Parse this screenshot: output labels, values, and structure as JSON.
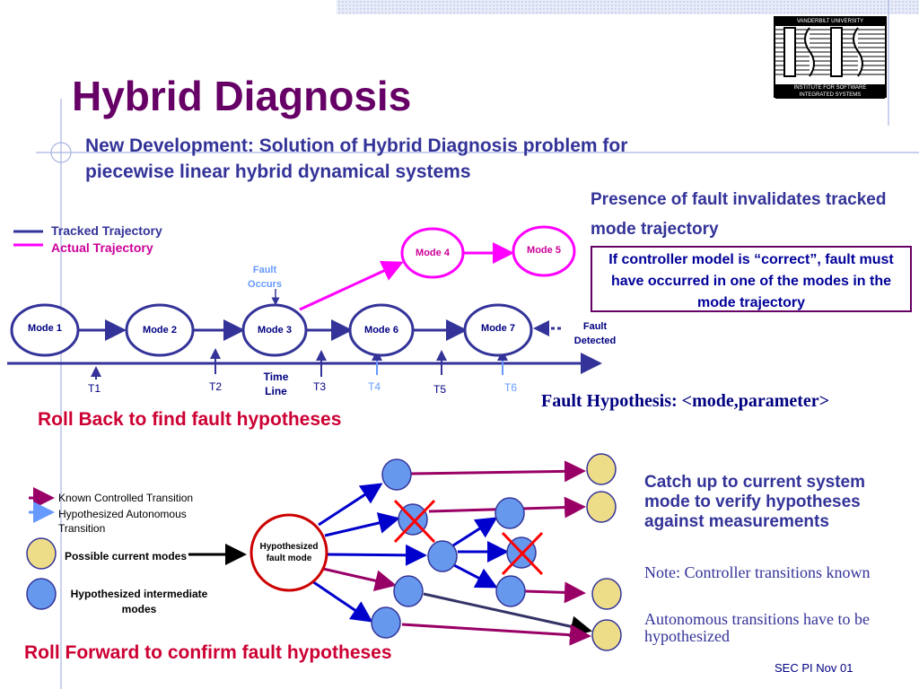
{
  "title": "Hybrid Diagnosis",
  "subtitle": "New Development: Solution of Hybrid Diagnosis problem for piecewise linear hybrid dynamical systems",
  "logo": {
    "top": "VANDERBILT UNIVERSITY",
    "bottom1": "INSTITUTE FOR SOFTWARE",
    "bottom2": "INTEGRATED SYSTEMS"
  },
  "presence": "Presence of fault invalidates tracked mode trajectory",
  "box_text": "If controller model is “correct”, fault must have occurred in one of the modes in the mode trajectory",
  "legend_top": {
    "tracked": "Tracked Trajectory",
    "actual": "Actual Trajectory"
  },
  "modes": {
    "m1": "Mode 1",
    "m2": "Mode 2",
    "m3": "Mode 3",
    "m4": "Mode 4",
    "m5": "Mode 5",
    "m6": "Mode 6",
    "m7": "Mode 7"
  },
  "fault_occurs": "Fault Occurs",
  "fault_detected": "Fault Detected",
  "time_line": "Time Line",
  "ticks": {
    "t1": "T1",
    "t2": "T2",
    "t3": "T3",
    "t4": "T4",
    "t5": "T5",
    "t6": "T6"
  },
  "fault_hypothesis": "Fault Hypothesis: <mode,parameter>",
  "roll_back": "Roll Back to find fault hypotheses",
  "legend_bottom": {
    "known": "Known Controlled Transition",
    "hypothesized": "Hypothesized Autonomous Transition",
    "possible": "Possible current modes",
    "intermediate": "Hypothesized intermediate modes"
  },
  "hyp_fault_mode": "Hypothesized fault mode",
  "catch_up": "Catch up to current system mode to verify hypotheses against measurements",
  "note1": "Note: Controller transitions known",
  "note2": "Autonomous transitions have to be hypothesized",
  "roll_forward": "Roll Forward to confirm fault hypotheses",
  "footer": "SEC PI  Nov 01",
  "colors": {
    "title": "#660066",
    "heading": "#333399",
    "red": "#CC0033",
    "magenta": "#FF00FF",
    "navy": "#333399"
  }
}
